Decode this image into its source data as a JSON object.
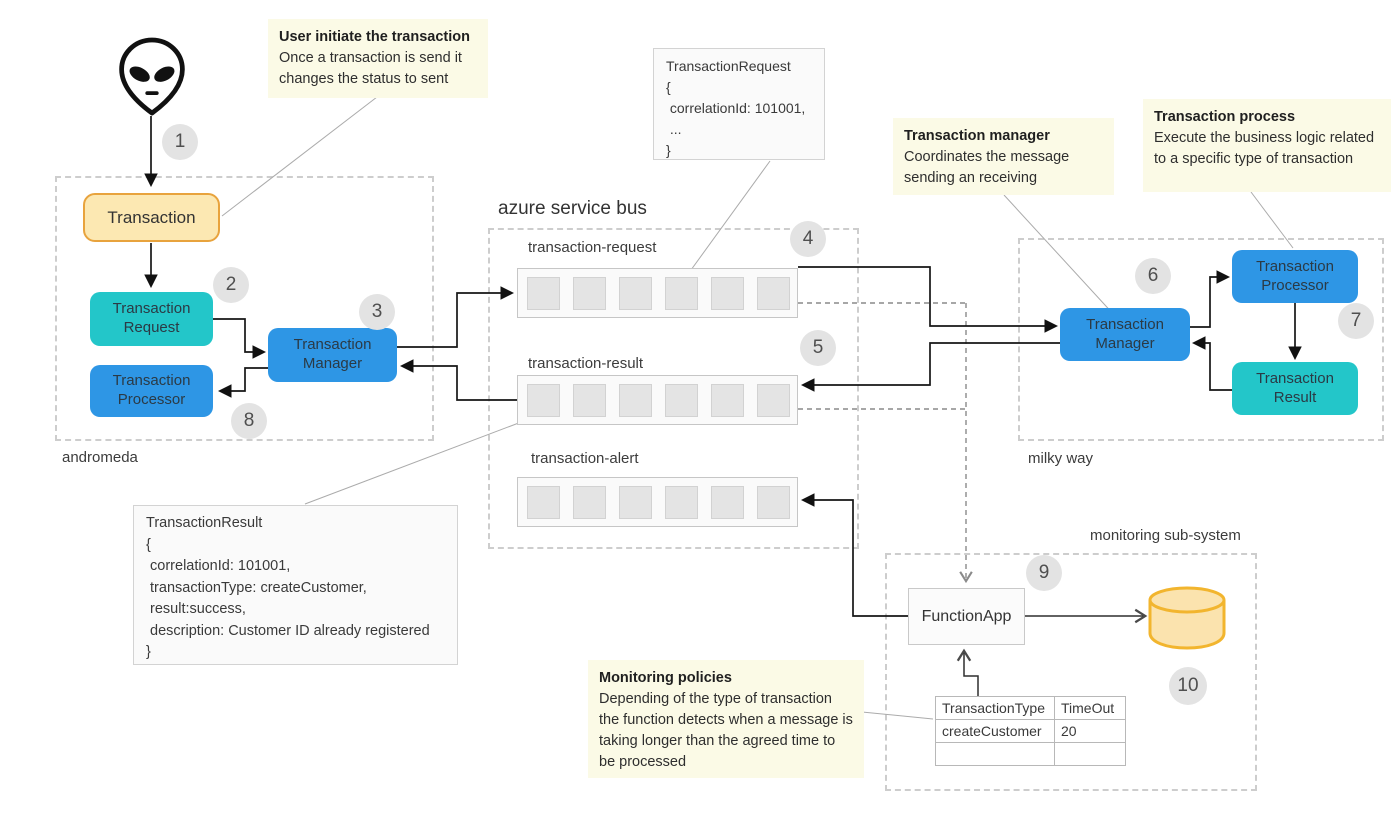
{
  "groups": {
    "andromeda": {
      "label": "andromeda"
    },
    "service_bus": {
      "title": "azure service bus"
    },
    "milky_way": {
      "label": "milky way"
    },
    "monitoring": {
      "label": "monitoring sub-system"
    }
  },
  "nodes": {
    "transaction": "Transaction",
    "andromeda_request": "Transaction Request",
    "andromeda_manager": "Transaction Manager",
    "andromeda_processor": "Transaction Processor",
    "milky_manager": "Transaction Manager",
    "milky_processor": "Transaction Processor",
    "milky_result": "Transaction Result",
    "function_app": "FunctionApp"
  },
  "queues": [
    {
      "name": "transaction-request"
    },
    {
      "name": "transaction-result"
    },
    {
      "name": "transaction-alert"
    }
  ],
  "steps": [
    "1",
    "2",
    "3",
    "4",
    "5",
    "6",
    "7",
    "8",
    "9",
    "10"
  ],
  "annotations": {
    "user": {
      "title": "User initiate the transaction",
      "body": "Once a transaction is send it changes the status to sent"
    },
    "manager": {
      "title": "Transaction manager",
      "body": "Coordinates the message sending an receiving"
    },
    "process": {
      "title": "Transaction process",
      "body": "Execute the business logic related to a specific type of transaction"
    },
    "monitoring": {
      "title": "Monitoring policies",
      "body": "Depending of the type of transaction the function detects when a message is taking longer than the agreed time to be processed"
    }
  },
  "code_blocks": {
    "request": {
      "lines": [
        "TransactionRequest",
        "{",
        " correlationId: 101001,",
        " ...",
        "}"
      ]
    },
    "result": {
      "lines": [
        "TransactionResult",
        "{",
        " correlationId: 101001,",
        " transactionType: createCustomer,",
        " result:success,",
        " description: Customer ID already registered",
        "}"
      ]
    }
  },
  "timeout_table": {
    "headers": [
      "TransactionType",
      "TimeOut"
    ],
    "rows": [
      [
        "createCustomer",
        "20"
      ],
      [
        "",
        ""
      ]
    ]
  },
  "icons": {
    "user": "alien-icon",
    "storage": "database-cylinder-icon"
  },
  "colors": {
    "blue": "#2e96e5",
    "teal": "#23c6c9",
    "yellow_fill": "#fce8b2",
    "yellow_border": "#e8a33d",
    "note_bg": "#fbfae6",
    "badge_bg": "#e3e3e3",
    "queue_slot": "#e4e4e4"
  }
}
